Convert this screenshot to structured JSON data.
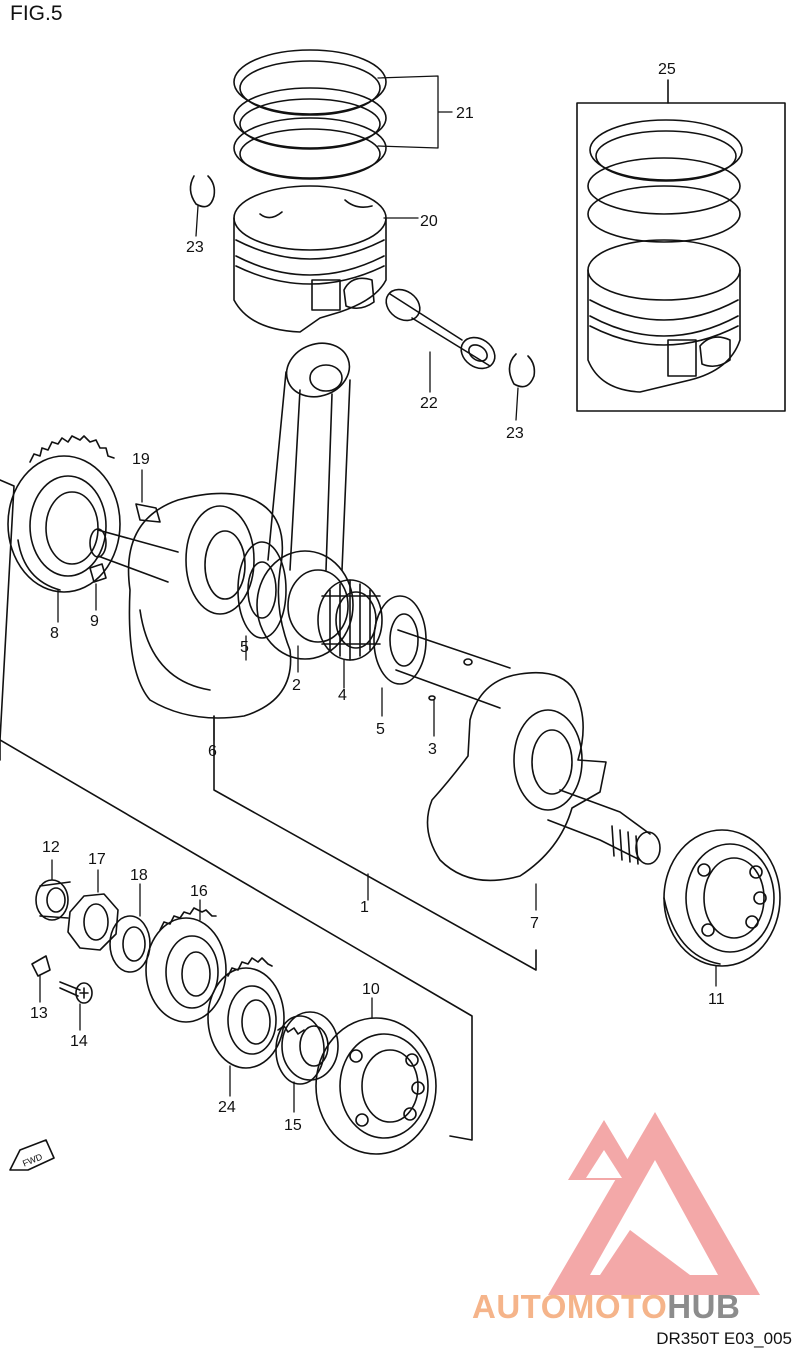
{
  "figure": {
    "title": "FIG.5",
    "code": "DR350T E03_005"
  },
  "watermark": {
    "part1": "AUTOMOTO",
    "part2": "HUB",
    "color1": "#f5b48a",
    "color2": "#8c8c8c",
    "logo_color": "#f08a8a"
  },
  "fwd_label": "FWD",
  "callouts": [
    {
      "id": "1",
      "text": "1"
    },
    {
      "id": "2",
      "text": "2"
    },
    {
      "id": "3",
      "text": "3"
    },
    {
      "id": "4",
      "text": "4"
    },
    {
      "id": "5a",
      "text": "5"
    },
    {
      "id": "5b",
      "text": "5"
    },
    {
      "id": "6",
      "text": "6"
    },
    {
      "id": "7",
      "text": "7"
    },
    {
      "id": "8",
      "text": "8"
    },
    {
      "id": "9",
      "text": "9"
    },
    {
      "id": "10",
      "text": "10"
    },
    {
      "id": "11",
      "text": "11"
    },
    {
      "id": "12",
      "text": "12"
    },
    {
      "id": "13",
      "text": "13"
    },
    {
      "id": "14",
      "text": "14"
    },
    {
      "id": "15",
      "text": "15"
    },
    {
      "id": "17",
      "text": "17"
    },
    {
      "id": "18",
      "text": "18"
    },
    {
      "id": "16",
      "text": "16"
    },
    {
      "id": "19",
      "text": "19"
    },
    {
      "id": "20",
      "text": "20"
    },
    {
      "id": "21",
      "text": "21"
    },
    {
      "id": "22",
      "text": "22"
    },
    {
      "id": "23a",
      "text": "23"
    },
    {
      "id": "23b",
      "text": "23"
    },
    {
      "id": "24",
      "text": "24"
    },
    {
      "id": "25",
      "text": "25"
    }
  ]
}
